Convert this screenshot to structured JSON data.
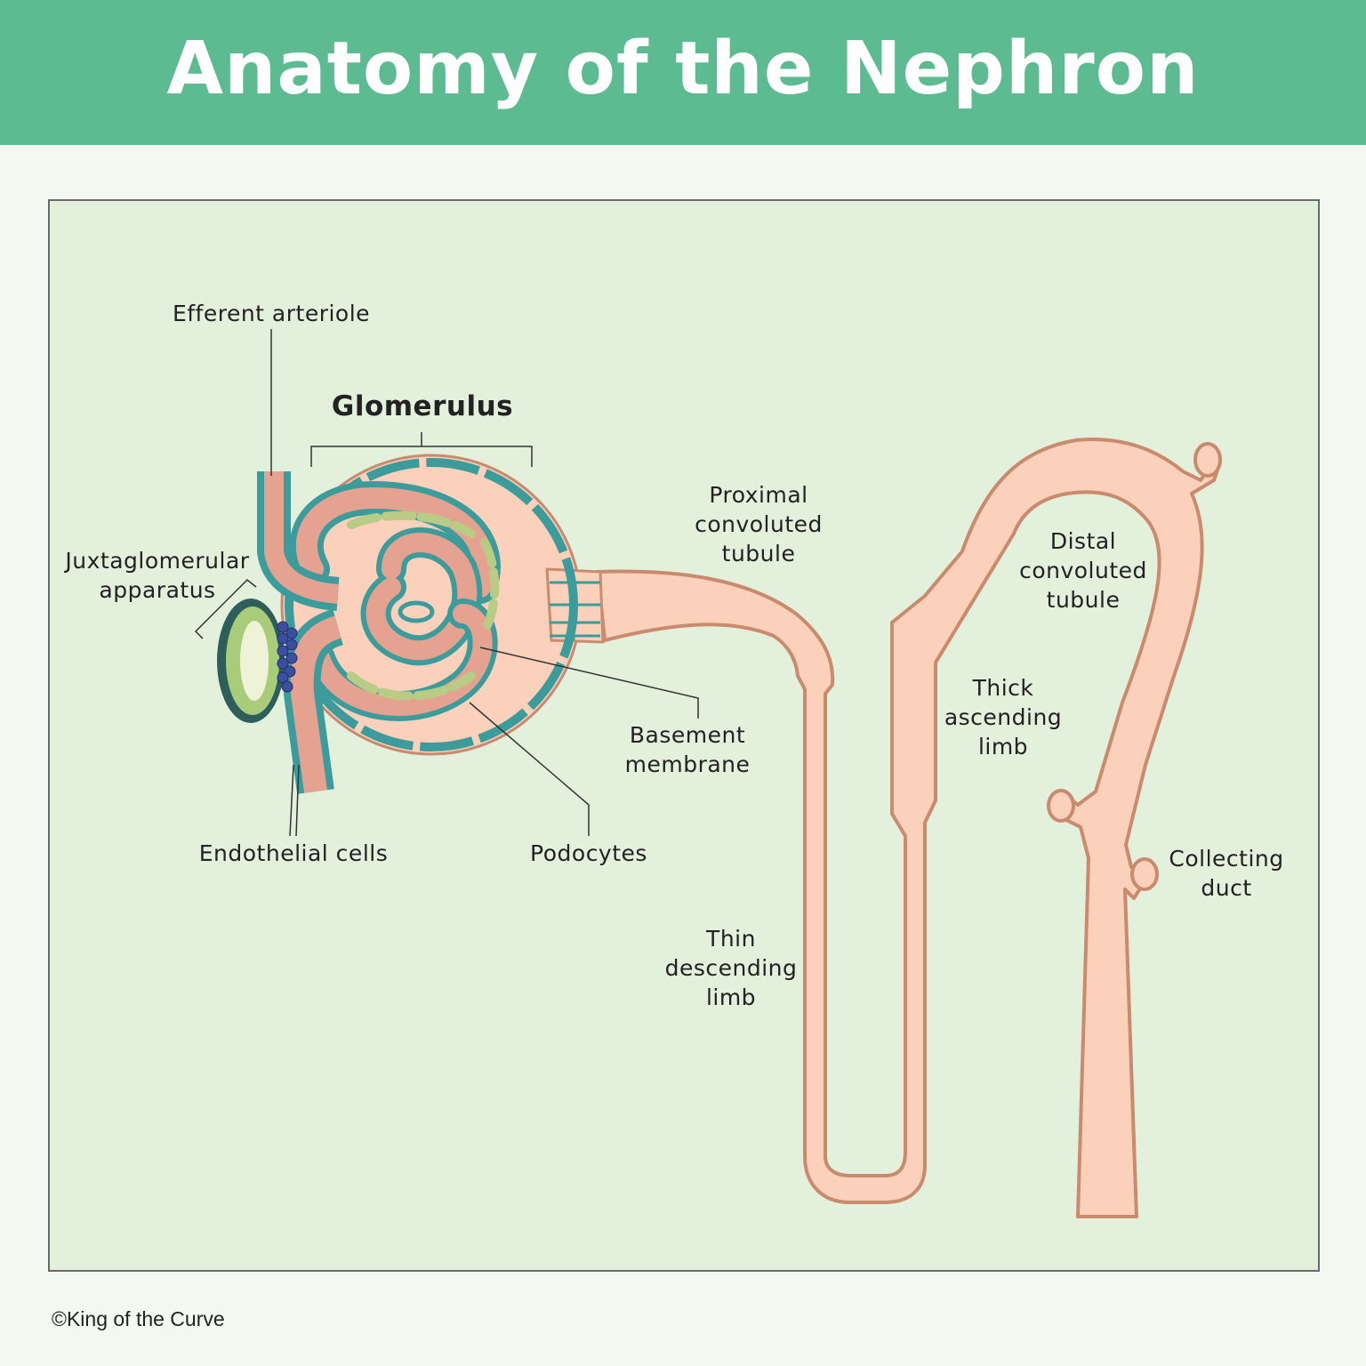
{
  "title": "Anatomy of the Nephron",
  "labels": {
    "efferent_arteriole": "Efferent arteriole",
    "glomerulus": "Glomerulus",
    "juxtaglomerular_apparatus": "Juxtaglomerular\napparatus",
    "proximal_convoluted_tubule": "Proximal\nconvoluted\ntubule",
    "distal_convoluted_tubule": "Distal\nconvoluted\ntubule",
    "thick_ascending_limb": "Thick\nascending\nlimb",
    "basement_membrane": "Basement\nmembrane",
    "endothelial_cells": "Endothelial cells",
    "podocytes": "Podocytes",
    "thin_descending_limb": "Thin\ndescending\nlimb",
    "collecting_duct": "Collecting\nduct"
  },
  "copyright": "©King of the Curve",
  "colors": {
    "header": "#5cbb90",
    "panel": "#e2f0dc",
    "tubule_fill": "#fcd1bb",
    "tubule_stroke": "#c98a6e",
    "vessel_fill": "#e6a290",
    "endothelium": "#3c9c9c",
    "podocyte": "#b8cc86",
    "jga_cells": "#3c4e9e"
  }
}
